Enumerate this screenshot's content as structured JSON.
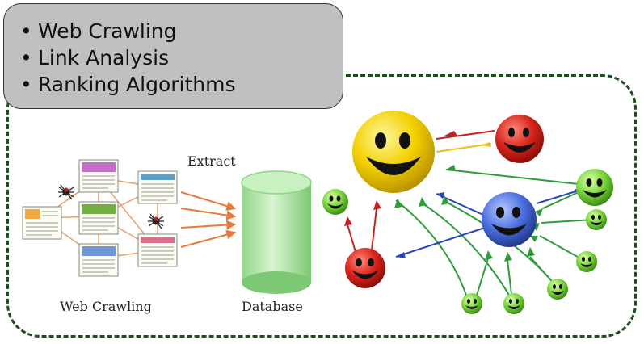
{
  "bullets": [
    "Web Crawling",
    "Link Analysis",
    "Ranking Algorithms"
  ],
  "crawl_diagram": {
    "extract_label": "Extract",
    "web_crawling_label": "Web Crawling",
    "database_label": "Database"
  },
  "colors": {
    "yellow_face": "#f2d000",
    "red_face": "#d8241c",
    "blue_face": "#4a6fe0",
    "green_face": "#7ad43a",
    "arrow_orange": "#e87a3a",
    "database_green": "#a8e4a0",
    "frame": "#1f4d1f"
  }
}
